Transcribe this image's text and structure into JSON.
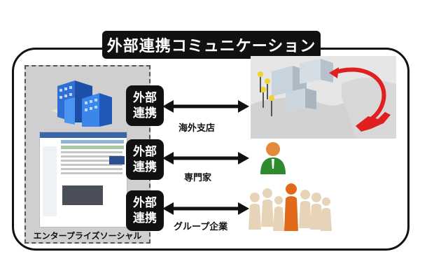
{
  "title": "外部連携コミュニケーション",
  "platform": {
    "label": "エンタープライズソーシャル"
  },
  "connections": [
    {
      "badge_line1": "外部",
      "badge_line2": "連携",
      "destination": "海外支店"
    },
    {
      "badge_line1": "外部",
      "badge_line2": "連携",
      "destination": "専門家"
    },
    {
      "badge_line1": "外部",
      "badge_line2": "連携",
      "destination": "グループ企業"
    }
  ],
  "colors": {
    "frame": "#111111",
    "building": "#2f6fd6",
    "map_arrow": "#e02020",
    "person_green": "#2e8b2e",
    "person_orange": "#e06a1a"
  }
}
